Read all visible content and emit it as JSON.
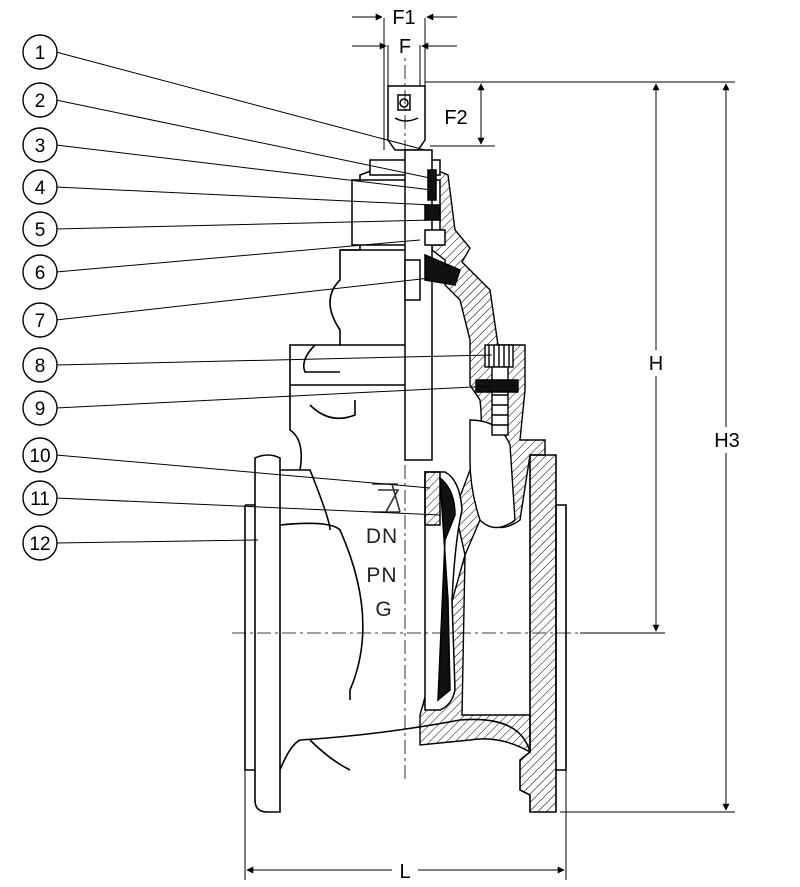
{
  "dimensions": {
    "f1": "F1",
    "f": "F",
    "f2": "F2",
    "h": "H",
    "h3": "H3",
    "l": "L"
  },
  "callouts": [
    "1",
    "2",
    "3",
    "4",
    "5",
    "6",
    "7",
    "8",
    "9",
    "10",
    "11",
    "12"
  ],
  "body_markings": {
    "dn": "DN",
    "pn": "PN",
    "g": "G"
  },
  "colors": {
    "line": "#000000",
    "hatch": "#000000",
    "seal_fill": "#111111",
    "background": "#ffffff"
  }
}
